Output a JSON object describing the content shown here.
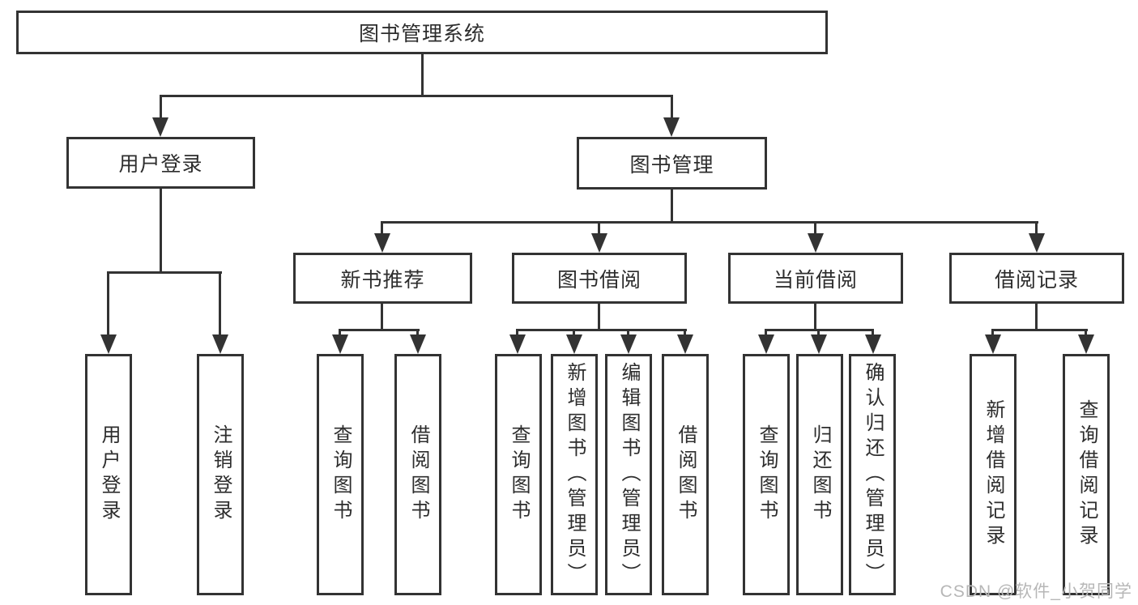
{
  "colors": {
    "line": "#333333",
    "text": "#2d2d2d",
    "background": "#ffffff",
    "box_fill": "#ffffff",
    "watermark": "#b7b7b7"
  },
  "tree": {
    "root": {
      "label": "图书管理系统"
    },
    "level2": [
      {
        "id": "user-login",
        "label": "用户登录"
      },
      {
        "id": "book-management",
        "label": "图书管理"
      }
    ],
    "level3": [
      {
        "id": "new-book-recommend",
        "label": "新书推荐"
      },
      {
        "id": "book-borrowing",
        "label": "图书借阅"
      },
      {
        "id": "current-borrowing",
        "label": "当前借阅"
      },
      {
        "id": "borrowing-records",
        "label": "借阅记录"
      }
    ],
    "leaves": {
      "under_user_login": [
        "用户登录",
        "注销登录"
      ],
      "under_new_book_recommend": [
        "查询图书",
        "借阅图书"
      ],
      "under_book_borrowing": [
        "查询图书",
        "新增图书（管理员）",
        "编辑图书（管理员）",
        "借阅图书"
      ],
      "under_current_borrowing": [
        "查询图书",
        "归还图书",
        "确认归还（管理员）"
      ],
      "under_borrowing_records": [
        "新增借阅记录",
        "查询借阅记录"
      ]
    }
  },
  "watermark": {
    "text": "CSDN @软件_小贺同学"
  }
}
